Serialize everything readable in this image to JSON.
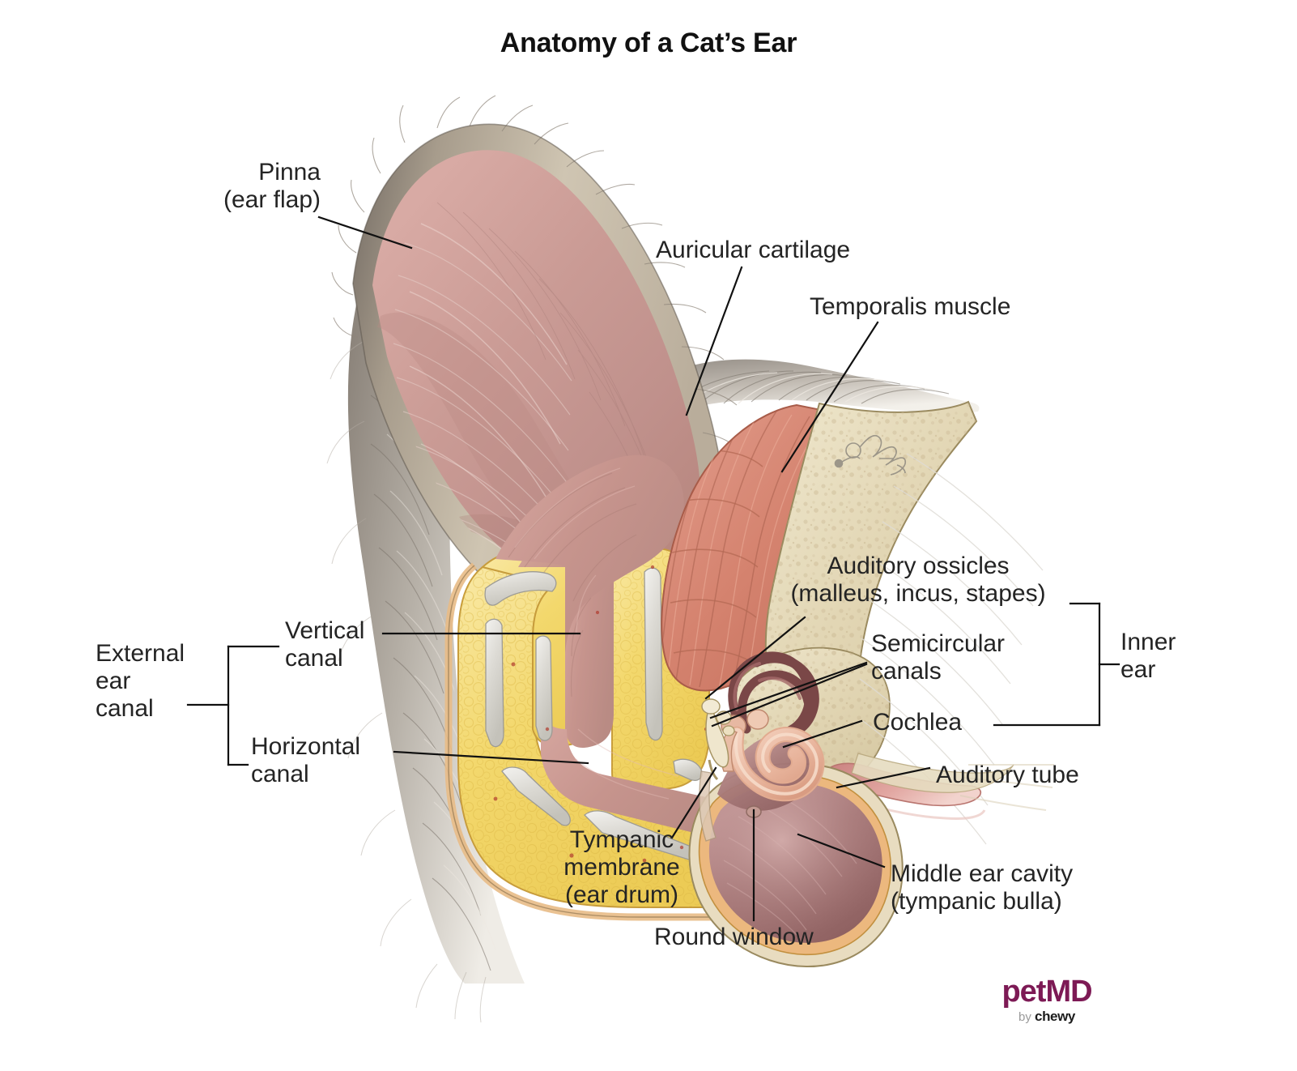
{
  "title": "Anatomy of a Cat’s Ear",
  "labels": {
    "pinna": "Pinna\n(ear flap)",
    "auricular_cartilage": "Auricular cartilage",
    "temporalis_muscle": "Temporalis muscle",
    "auditory_ossicles": "Auditory ossicles\n(malleus, incus, stapes)",
    "semicircular_canals": "Semicircular\ncanals",
    "cochlea": "Cochlea",
    "inner_ear": "Inner\near",
    "external_ear_canal": "External\near\ncanal",
    "vertical_canal": "Vertical\ncanal",
    "horizontal_canal": "Horizontal\ncanal",
    "tympanic_membrane": "Tympanic\nmembrane\n(ear drum)",
    "round_window": "Round window",
    "auditory_tube": "Auditory tube",
    "middle_ear_cavity": "Middle ear cavity\n(tympanic bulla)"
  },
  "logo": {
    "brand": "petMD",
    "by_prefix": "by ",
    "by_brand": "chewy"
  },
  "colors": {
    "background": "#ffffff",
    "text": "#242424",
    "title": "#111111",
    "leader_line": "#111111",
    "brand_magenta": "#7d1a55",
    "by_gray": "#9a9a9a",
    "pinna_skin": "#c99a95",
    "pinna_skin_light": "#d9aaa3",
    "fur_tan": "#b6a896",
    "fur_gray": "#a8a29b",
    "fur_dark": "#6e675f",
    "adipose_yellow": "#f2d66a",
    "adipose_yellow_light": "#f8e8a0",
    "cartilage_gray": "#d8d7d2",
    "canal_lumen_pink": "#c79894",
    "muscle_salmon": "#d98878",
    "bone_beige": "#e3d7b8",
    "bone_beige_light": "#efe6cd",
    "cochlea_salmon": "#e9b9a4",
    "semicircular_maroon": "#7d4a4a",
    "bulla_mauve": "#9a6d6d",
    "bulla_mauve_light": "#b98b8b",
    "tube_pink": "#dba0a0",
    "outline": "#4a3a2c"
  }
}
